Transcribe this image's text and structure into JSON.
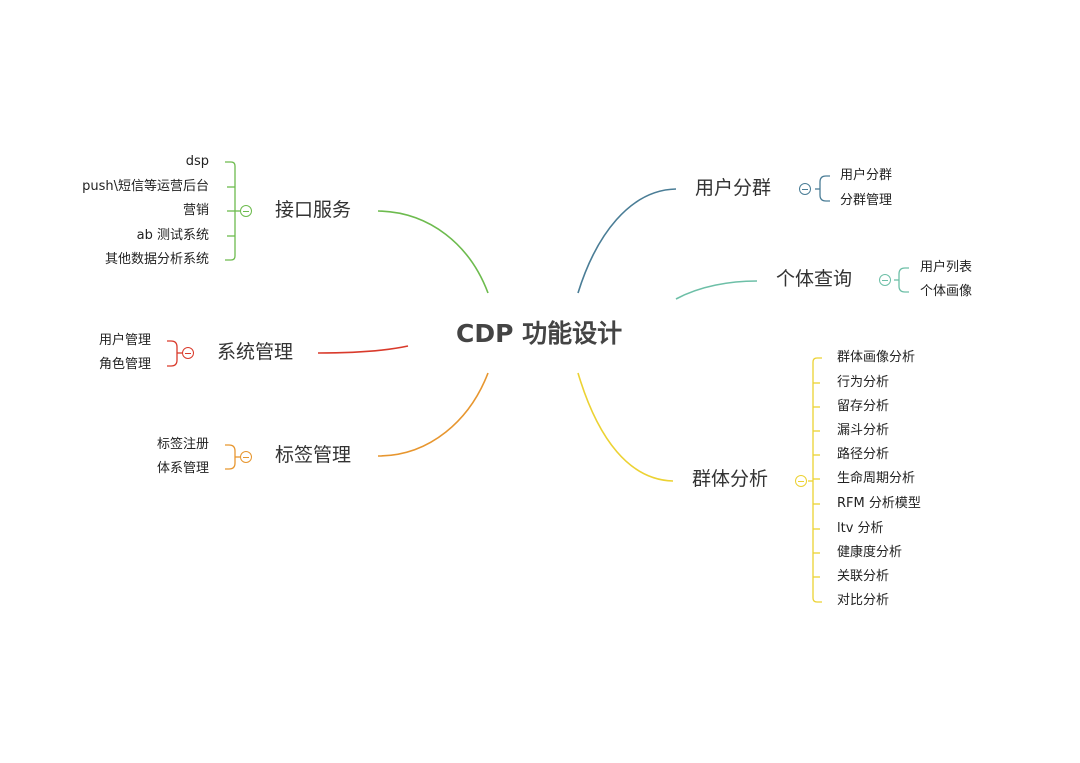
{
  "root": {
    "label": "CDP 功能设计"
  },
  "colors": {
    "interface": "#6dbb4e",
    "system": "#d93a2b",
    "tag": "#e7962f",
    "user_group": "#4a7d96",
    "individual": "#6dbfa7",
    "group_analysis": "#ecd233"
  },
  "branches": {
    "interface": {
      "label": "接口服务",
      "children": [
        "dsp",
        "push\\短信等运营后台",
        "营销",
        "ab 测试系统",
        "其他数据分析系统"
      ]
    },
    "system": {
      "label": "系统管理",
      "children": [
        "用户管理",
        "角色管理"
      ]
    },
    "tag": {
      "label": "标签管理",
      "children": [
        "标签注册",
        "体系管理"
      ]
    },
    "user_group": {
      "label": "用户分群",
      "children": [
        "用户分群",
        "分群管理"
      ]
    },
    "individual": {
      "label": "个体查询",
      "children": [
        "用户列表",
        "个体画像"
      ]
    },
    "group_analysis": {
      "label": "群体分析",
      "children": [
        "群体画像分析",
        "行为分析",
        "留存分析",
        "漏斗分析",
        "路径分析",
        "生命周期分析",
        "RFM 分析模型",
        "ltv 分析",
        "健康度分析",
        "关联分析",
        "对比分析"
      ]
    }
  }
}
